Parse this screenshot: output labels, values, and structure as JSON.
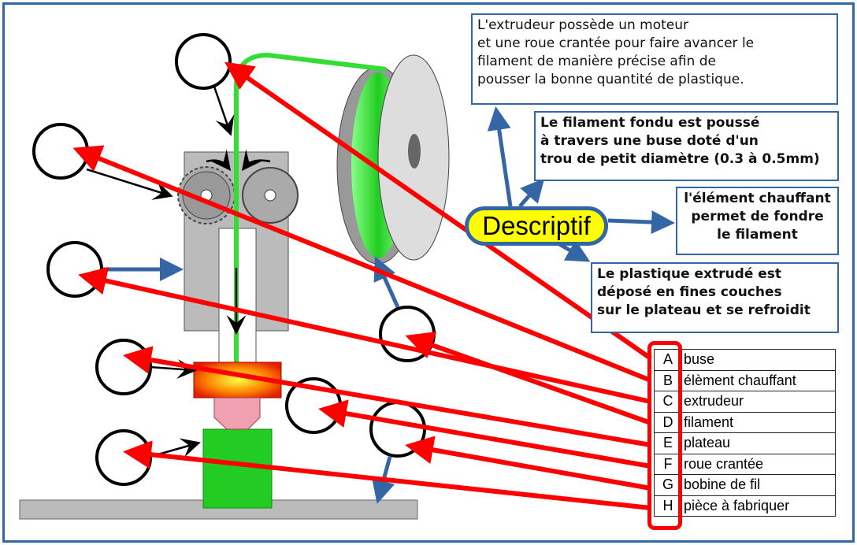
{
  "descriptif_label": "Descriptif",
  "boxes": {
    "extrudeur": "L'extrudeur possède un moteur\net une roue crantée pour faire avancer le\nfilament de manière précise afin de\npousser la bonne quantité de plastique.",
    "buse": "Le filament fondu est poussé\nà travers une buse doté d'un\ntrou de petit diamètre (0.3 à 0.5mm)",
    "chauffant": "l'élément chauffant\npermet de fondre\nle filament",
    "plastique": "Le plastique extrudé est\ndéposé en fines couches\nsur le plateau  et se refroidit"
  },
  "legend": [
    {
      "letter": "A",
      "text": "buse"
    },
    {
      "letter": "B",
      "text": "élèment chauffant"
    },
    {
      "letter": "C",
      "text": "extrudeur"
    },
    {
      "letter": "D",
      "text": "filament"
    },
    {
      "letter": "E",
      "text": "plateau"
    },
    {
      "letter": "F",
      "text": "roue crantée"
    },
    {
      "letter": "G",
      "text": "bobine de fil"
    },
    {
      "letter": "H",
      "text": "pièce à fabriquer"
    }
  ],
  "colors": {
    "frame": "#3465a4",
    "red": "#ff0000",
    "filament": "#33dd33",
    "highlight": "#ffff00"
  }
}
